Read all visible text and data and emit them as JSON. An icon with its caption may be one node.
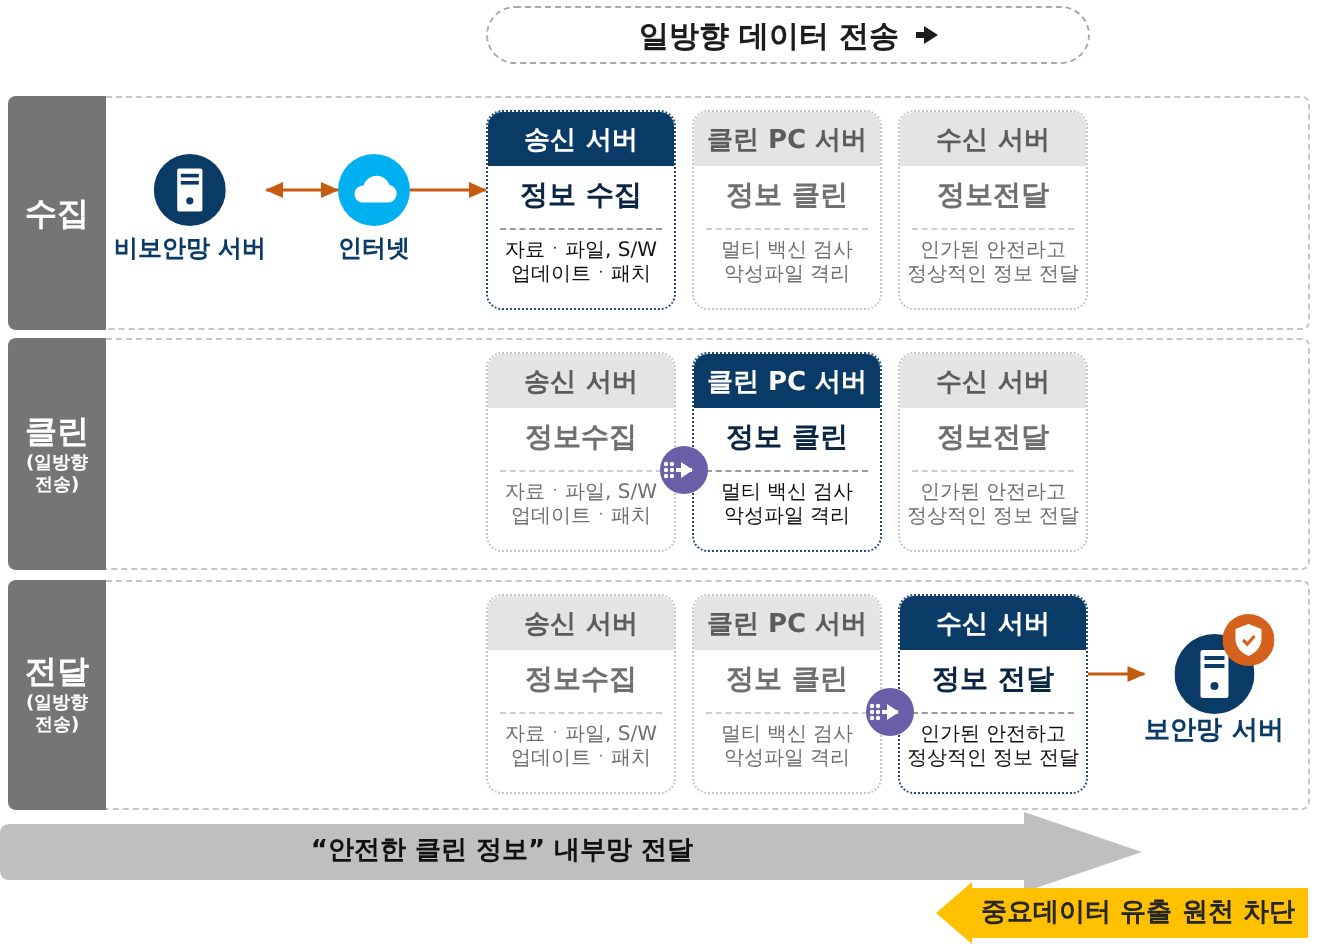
{
  "diagram": {
    "title": "일방향 데이터 전송",
    "nodes": [
      {
        "text": [
          "수집"
        ]
      },
      {
        "text": [
          "비보안망 서버"
        ],
        "in": 0
      },
      {
        "text": [
          "인터넷"
        ],
        "in": 0
      },
      {
        "text": [
          "송신 서버",
          "정보 수집",
          "자료ㆍ파일, S/W 업데이트ㆍ패치"
        ],
        "in": 0
      },
      {
        "text": [
          "클린 PC 서버",
          "정보 클린",
          "멀티 백신 검사 악성파일 격리"
        ],
        "in": 0
      },
      {
        "text": [
          "수신 서버",
          "정보전달",
          "인가된 안전라고 정상적인 정보 전달"
        ],
        "in": 0
      },
      {
        "text": [
          "클린",
          "(일방향 전송)"
        ]
      },
      {
        "text": [
          "송신 서버",
          "정보수집",
          "자료ㆍ파일, S/W 업데이트ㆍ패치"
        ],
        "in": 6
      },
      {
        "text": [
          "클린 PC 서버",
          "정보 클린",
          "멀티 백신 검사 악성파일 격리"
        ],
        "in": 6
      },
      {
        "text": [
          "수신 서버",
          "정보전달",
          "인가된 안전라고 정상적인 정보 전달"
        ],
        "in": 6
      },
      {
        "text": [
          "전달",
          "(일방향 전송)"
        ]
      },
      {
        "text": [
          "송신 서버",
          "정보수집",
          "자료ㆍ파일, S/W 업데이트ㆍ패치"
        ],
        "in": 10
      },
      {
        "text": [
          "클린 PC 서버",
          "정보 클린",
          "멀티 백신 검사 악성파일 격리"
        ],
        "in": 10
      },
      {
        "text": [
          "수신 서버",
          "정보 전달",
          "인가된 안전하고 정상적인 정보 전달"
        ],
        "in": 10
      },
      {
        "text": [
          "보안망 서버"
        ],
        "in": 10
      },
      {
        "text": [
          "“안전한 클린 정보” 내부망 전달"
        ]
      },
      {
        "text": [
          "중요데이터 유출 원천 차단"
        ]
      }
    ],
    "edges": [
      {
        "from": 1,
        "to": 2,
        "arrow": "both"
      },
      {
        "from": 2,
        "to": 3,
        "arrow": "to"
      },
      {
        "from": 7,
        "to": 8,
        "arrow": "to",
        "color": "#ffffff"
      },
      {
        "from": 12,
        "to": 13,
        "arrow": "to",
        "color": "#ffffff"
      },
      {
        "from": 13,
        "to": 14,
        "arrow": "to"
      }
    ]
  }
}
